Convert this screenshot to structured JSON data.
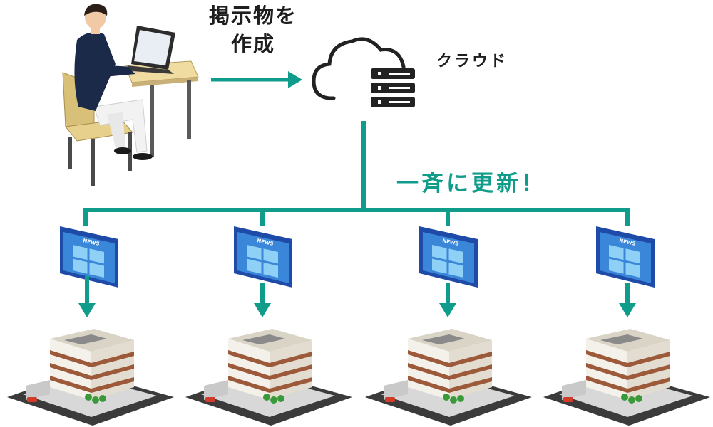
{
  "diagram": {
    "labels": {
      "create_post": "掲示物を\n作成",
      "cloud": "クラウド",
      "bulk_update": "一斉に更新！"
    },
    "signage_caption": "NEWS",
    "colors": {
      "connector": "#109c8a",
      "screen_frame": "#1e4aa8",
      "screen_fill": "#3a86d8",
      "screen_panel": "#8fd0f6",
      "person_suit": "#1b2a48",
      "chair": "#d8c078",
      "desk": "#f0dca0",
      "building_wall": "#f4f1ea",
      "building_brick": "#9c5a3a",
      "road": "#3b3b3b",
      "cloud_icon": "#222222"
    },
    "nodes": {
      "author": "person-at-laptop",
      "cloud": "cloud-server-icon",
      "displays": [
        "signage-display",
        "signage-display",
        "signage-display",
        "signage-display"
      ],
      "sites": [
        "building",
        "building",
        "building",
        "building"
      ]
    }
  }
}
